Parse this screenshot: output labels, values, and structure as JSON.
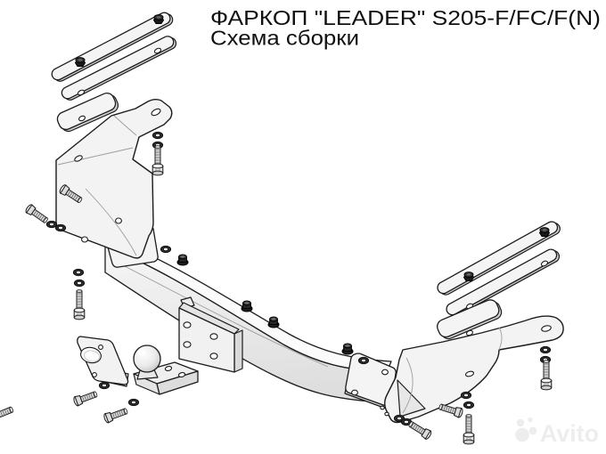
{
  "page": {
    "background": "#ffffff"
  },
  "title": {
    "line1": "ФАРКОП \"LEADER\" S205-F/FC/F(N)",
    "line2": "Схема сборки"
  },
  "watermark": {
    "brand": "Avito"
  },
  "colors": {
    "background": "#ffffff",
    "outline": "#1c1c1c",
    "plate_fill": "#f4f4f4",
    "plate_shadow": "#cfcfcf",
    "hardware_dark": "#1a1a1a",
    "watermark": "#ededed"
  },
  "diagram": {
    "kind": "exploded assembly line drawing",
    "subject": "tow hitch (фаркоп) assembly scheme",
    "parts": [
      "long-mounting-strap-left-outer",
      "long-mounting-strap-left-inner",
      "short-mounting-plate-left",
      "side-bracket-left",
      "long-mounting-strap-right-outer",
      "long-mounting-strap-right-inner",
      "short-mounting-plate-right",
      "side-bracket-right",
      "curved-crossbeam",
      "beam-end-plate-left",
      "beam-end-plate-right",
      "center-channel-plate",
      "tow-ball",
      "ball-mount-bracket",
      "socket-plate",
      "hex-bolts",
      "vertical-bolts",
      "flange-nuts",
      "washers"
    ]
  }
}
